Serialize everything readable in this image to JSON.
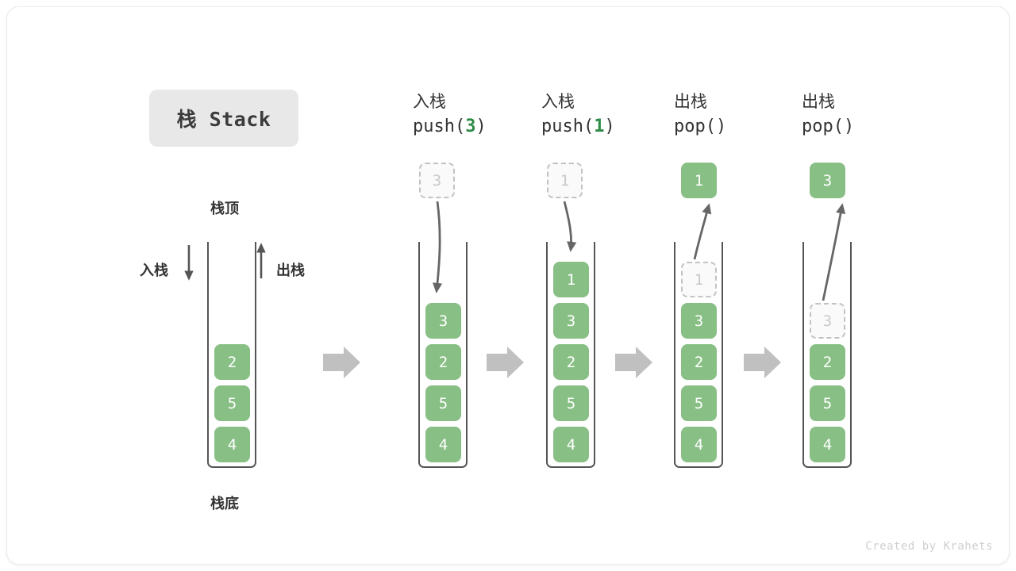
{
  "title": {
    "label": "栈 Stack"
  },
  "labels": {
    "top": "栈顶",
    "bottom": "栈底",
    "push": "入栈",
    "pop": "出栈"
  },
  "colors": {
    "cell_green": "#88bf85",
    "cell_text": "#ffffff",
    "ghost_border": "#c2c2c2",
    "ghost_text": "#c9c9c9",
    "arrow_gray": "#666666",
    "step_arrow_gray": "#c0c0c0",
    "chip_bg": "#e8e8e8",
    "text_dark": "#333333",
    "keyword_green": "#2e8b48"
  },
  "columns": [
    {
      "id": "initial",
      "head_line1": "",
      "head_line2": "",
      "head_arg": "",
      "stack": [
        "2",
        "5",
        "4"
      ],
      "ghost_in_stack": "",
      "floating_ghost": "",
      "popped": ""
    },
    {
      "id": "push-3",
      "head_line1": "入栈",
      "head_line2_prefix": "push(",
      "head_arg": "3",
      "head_line2_suffix": ")",
      "stack": [
        "3",
        "2",
        "5",
        "4"
      ],
      "ghost_in_stack": "",
      "floating_ghost": "3",
      "popped": ""
    },
    {
      "id": "push-1",
      "head_line1": "入栈",
      "head_line2_prefix": "push(",
      "head_arg": "1",
      "head_line2_suffix": ")",
      "stack": [
        "1",
        "3",
        "2",
        "5",
        "4"
      ],
      "ghost_in_stack": "",
      "floating_ghost": "1",
      "popped": ""
    },
    {
      "id": "pop-1",
      "head_line1": "出栈",
      "head_line2_prefix": "pop(",
      "head_arg": "",
      "head_line2_suffix": ")",
      "stack": [
        "3",
        "2",
        "5",
        "4"
      ],
      "ghost_in_stack": "1",
      "floating_ghost": "",
      "popped": "1"
    },
    {
      "id": "pop-2",
      "head_line1": "出栈",
      "head_line2_prefix": "pop(",
      "head_arg": "",
      "head_line2_suffix": ")",
      "stack": [
        "2",
        "5",
        "4"
      ],
      "ghost_in_stack": "3",
      "floating_ghost": "",
      "popped": "3"
    }
  ],
  "footer": {
    "credit": "Created by Krahets"
  }
}
